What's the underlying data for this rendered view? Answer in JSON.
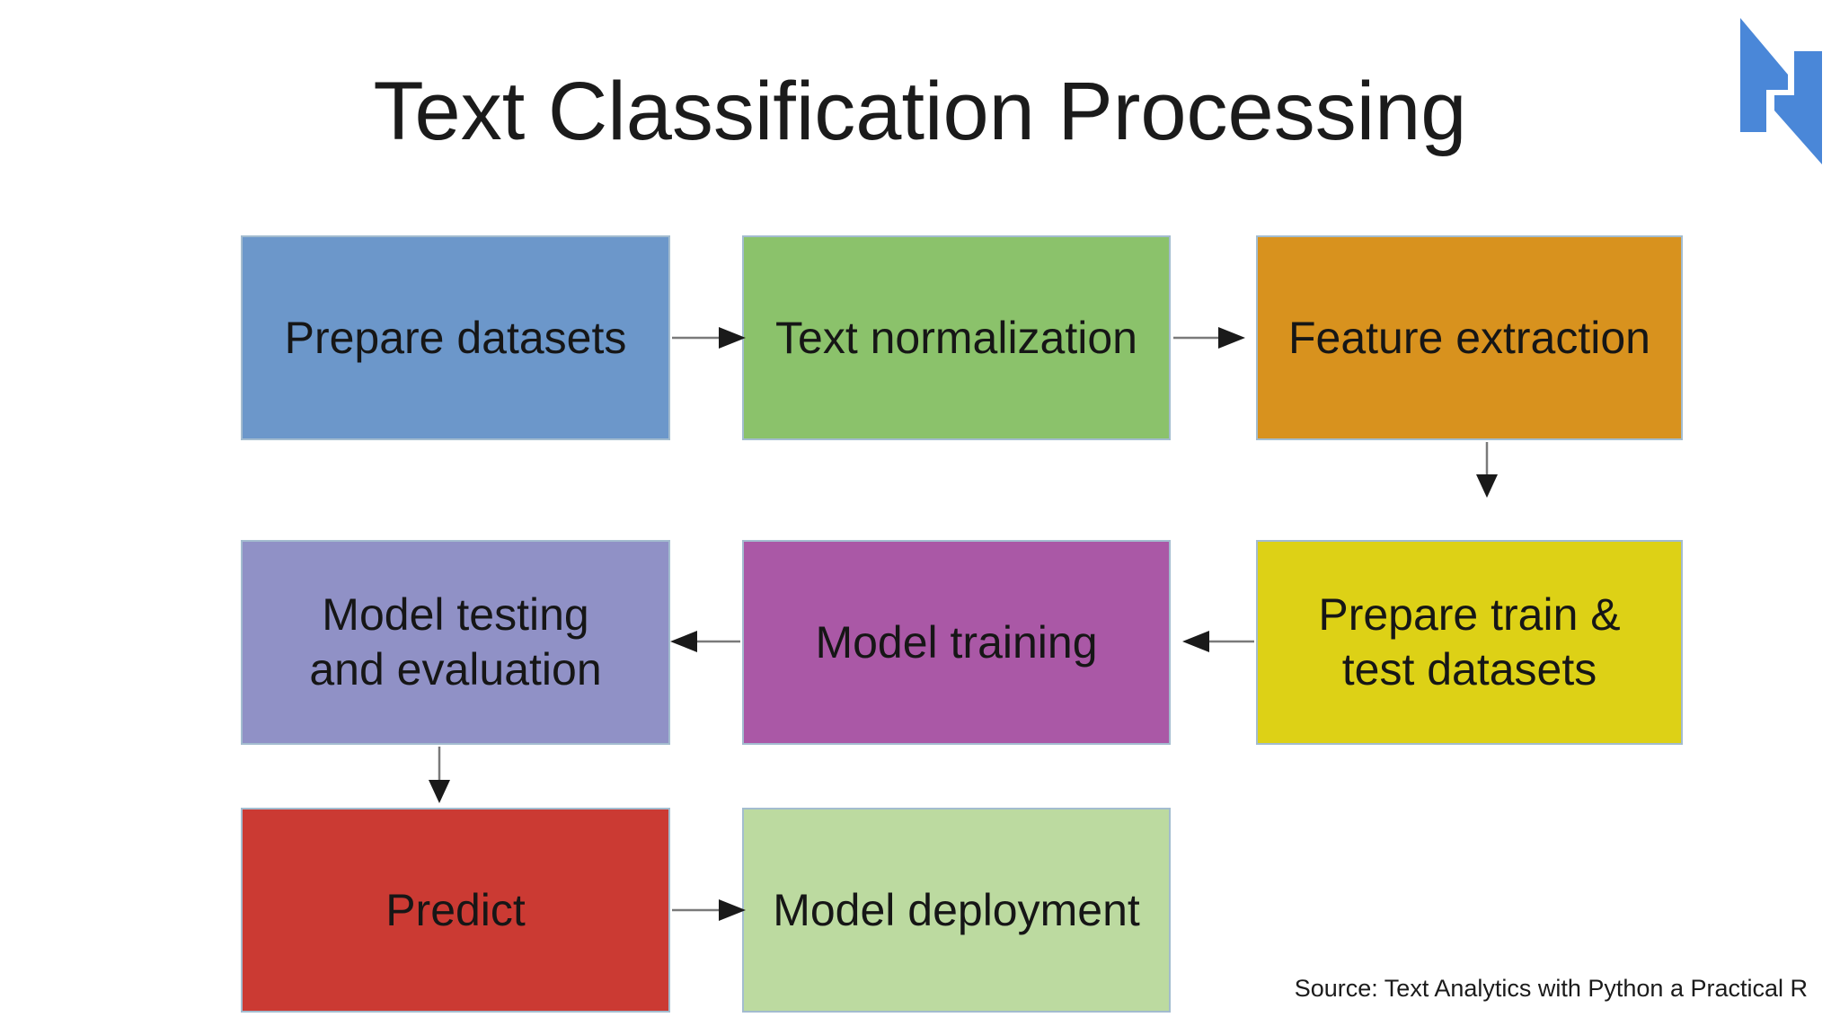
{
  "slide": {
    "title": "Text Classification Processing",
    "source_note": "Source: Text Analytics with Python a Practical R",
    "background": "#ffffff"
  },
  "logo": {
    "name": "blue-n-logo",
    "color": "#4a87d8"
  },
  "flow": {
    "nodes": {
      "prepare_datasets": {
        "label": "Prepare datasets",
        "color": "#6c97ca"
      },
      "text_normalization": {
        "label": "Text normalization",
        "color": "#8bc26b"
      },
      "feature_extraction": {
        "label": "Feature extraction",
        "color": "#d8921e"
      },
      "prepare_train_test": {
        "label": "Prepare train &\ntest datasets",
        "color": "#ddd116"
      },
      "model_training": {
        "label": "Model training",
        "color": "#aa58a6"
      },
      "model_testing_evaluation": {
        "label": "Model testing\nand evaluation",
        "color": "#9091c6"
      },
      "predict": {
        "label": "Predict",
        "color": "#cb3a33"
      },
      "model_deployment": {
        "label": "Model deployment",
        "color": "#bcdaa0"
      }
    },
    "edges": [
      {
        "from": "prepare_datasets",
        "to": "text_normalization",
        "direction": "right"
      },
      {
        "from": "text_normalization",
        "to": "feature_extraction",
        "direction": "right"
      },
      {
        "from": "feature_extraction",
        "to": "prepare_train_test",
        "direction": "down"
      },
      {
        "from": "prepare_train_test",
        "to": "model_training",
        "direction": "left"
      },
      {
        "from": "model_training",
        "to": "model_testing_evaluation",
        "direction": "left"
      },
      {
        "from": "model_testing_evaluation",
        "to": "predict",
        "direction": "down"
      },
      {
        "from": "predict",
        "to": "model_deployment",
        "direction": "right"
      }
    ],
    "arrow_line_color": "#7a7a7a",
    "arrow_head_color": "#1a1a1a",
    "node_border_color": "#a3bccf"
  }
}
